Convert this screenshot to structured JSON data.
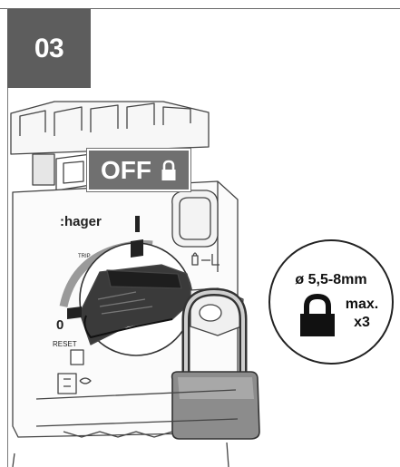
{
  "step": {
    "number": "03"
  },
  "switch": {
    "brand": ":hager",
    "on_symbol": "I",
    "off_symbol": "0",
    "trip_label": "TRIP",
    "reset_label": "RESET"
  },
  "off_label": {
    "text": "OFF",
    "icon": "padlock-icon"
  },
  "callout": {
    "diameter": "ø 5,5-8mm",
    "max_line1": "max.",
    "max_line2": "x3",
    "icon": "padlock-icon"
  }
}
